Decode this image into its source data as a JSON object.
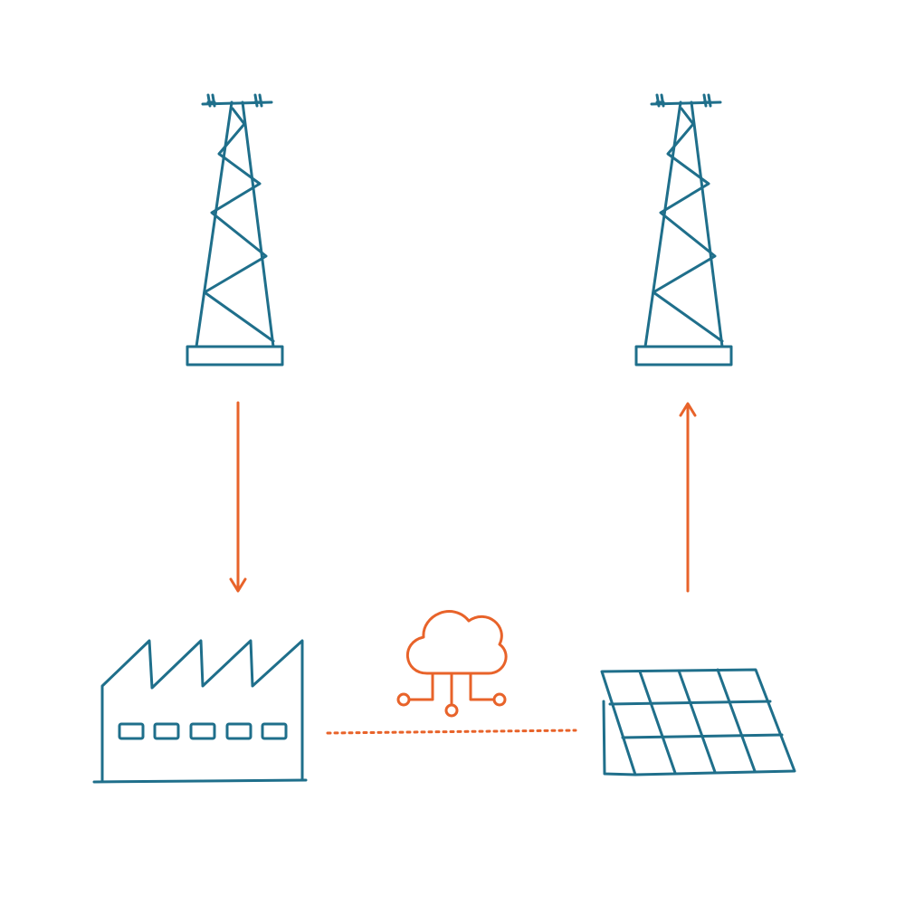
{
  "colors": {
    "primary": "#1F6F8B",
    "accent": "#E8632A",
    "background": "#FFFFFF"
  },
  "nodes": [
    {
      "id": "tower-left",
      "icon": "transmission-tower-icon"
    },
    {
      "id": "tower-right",
      "icon": "transmission-tower-icon"
    },
    {
      "id": "factory",
      "icon": "factory-icon"
    },
    {
      "id": "solar-panel",
      "icon": "solar-panel-icon"
    },
    {
      "id": "cloud",
      "icon": "cloud-network-icon"
    }
  ],
  "edges": [
    {
      "from": "tower-left",
      "to": "factory",
      "style": "solid-arrow"
    },
    {
      "from": "solar-panel",
      "to": "tower-right",
      "style": "solid-arrow"
    },
    {
      "from": "factory",
      "to": "solar-panel",
      "style": "dotted",
      "via": "cloud"
    }
  ]
}
